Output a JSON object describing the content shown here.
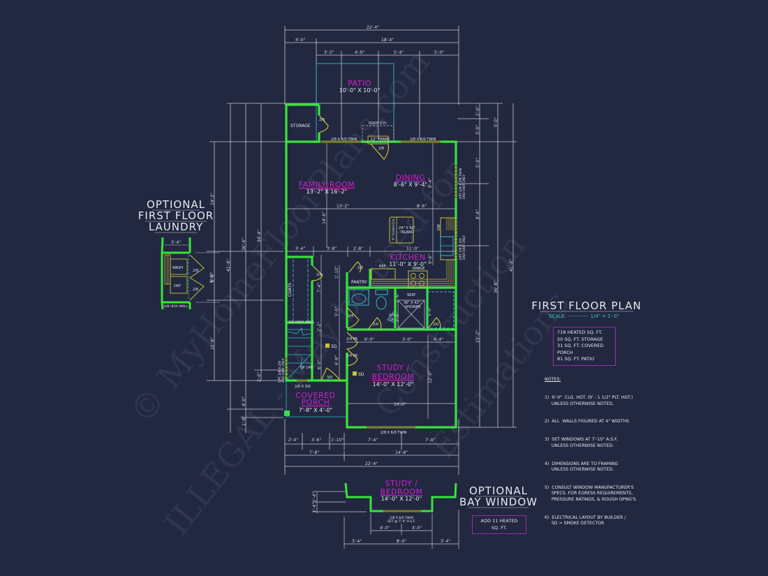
{
  "drawing": {
    "title": "FIRST FLOOR PLAN",
    "scale_label": "SCALE:",
    "scale_value": "------------ 1/4\" = 1'-0\"",
    "area_summary": [
      "718 HEATED SQ. FT.",
      "20 SQ. FT. STORAGE",
      "31 SQ. FT. COVERED PORCH",
      "81 SQ. FT. PATIO"
    ],
    "notes_title": "NOTES:",
    "notes": [
      "1)  9'-0\"  CLG. HGT. (9' - 1 1/2\" PLT. HGT.)\n     UNLESS OTHERWISE NOTED.",
      "2)  ALL  WALLS FIGURED AT 4\" WIDTHS",
      "3)  SET WINDOWS AT 7'-10\" A.S.F.\n     UNLESS OTHERWISE NOTED.",
      "4)  DIMENSIONS ARE TO FRAMING\n     UNLESS OTHERWISE NOTED.",
      "5)  CONSULT WINDOW MANUFACTURER'S\n     SPECS. FOR EGRESS REQUIREMENTS,\n     PRESSURE RATINGS, & ROUGH OPNG'S.",
      "6)  ELECTRICAL LAYOUT BY BUILDER /\n     SD = SMOKE DETECTOR"
    ]
  },
  "rooms": {
    "patio": {
      "name": "PATIO",
      "size": "10'-0\" X 10'-0\""
    },
    "family_room": {
      "name": "FAMILY ROOM",
      "size": "13'-2\" X 16'-2\""
    },
    "dining": {
      "name": "DINING",
      "size": "8'-6\" X 9'-4\""
    },
    "kitchen": {
      "name": "KITCHEN",
      "size": "11'-0\" X 9'-0\""
    },
    "study": {
      "name_line1": "STUDY /",
      "name_line2": "BEDROOM",
      "size": "14'-0\" X 12'-0\""
    },
    "covered_porch": {
      "name_line1": "COVERED",
      "name_line2": "PORCH",
      "size": "7'-8\" X 4'-0\""
    },
    "storage": {
      "name": "STORAGE"
    },
    "pantry": {
      "name": "PANTRY"
    },
    "coats": {
      "name": "COATS"
    }
  },
  "labels": {
    "roof_oh": "ROOF O.H.",
    "transom": "12\" TRANS",
    "door_2_8": "2/8",
    "twin_window": "2/8 X 6/0 TWIN",
    "island": [
      "24\" X 42\"",
      "ISLAND"
    ],
    "flush_oh": "9\" FLUSH O.H.",
    "ref": "REF.",
    "range": "RANGE",
    "dw": "DW",
    "seat": "SEAT",
    "shower": [
      "36\" X 42\"",
      "SHOWER"
    ],
    "linen": [
      "2/0",
      "OL"
    ],
    "door_2_0": "2/0",
    "door_2_4": "2/4",
    "door_2_4_pr": "2/4 PR",
    "door_3_0": "3/0",
    "half_wall": "3/6 HIGH WALL",
    "stairs_up": "UP 14R",
    "entry_window": "2/0 X 3/0",
    "smoke_detector": "SD",
    "opt_window_left": [
      "OPT 2/8 X 2/8",
      "END UNIT ONLY"
    ],
    "opt_window_right_top": [
      "OPT 2/8 X 2/8 TWIN",
      "END UNIT ONLY"
    ],
    "opt_window_right_bot": [
      "OPT 2/8 X 3/0",
      "END UNIT ONLY"
    ]
  },
  "dimensions": {
    "top_overall": "22'-4\"",
    "top_row2": [
      "4'-0\"",
      "18'-4\""
    ],
    "top_row3": [
      "3'-3\"",
      "4'-9\"",
      "5'-4\"",
      "5'-0\""
    ],
    "left": [
      "14'-2\"",
      "6'-0\"",
      "10'-6\"",
      "2'-0\"",
      "4'-0\"",
      "1'-4\"",
      "41'-8\"",
      "36'-4\"",
      "34'-4\""
    ],
    "right": [
      "2'-0\"",
      "3'-0\"",
      "5'-0\"",
      "5'-0\"",
      "8'-6\"",
      "23'-2\"",
      "36'-8\"",
      "41'-8\""
    ],
    "interior": {
      "fam_width": "13'-2\"",
      "fam_depth": "14'-6\"",
      "din_width": "8'-6\"",
      "din_depth": "9'-4\"",
      "row_a": [
        "3'-4\"",
        "3'-8\"",
        "2'-8\""
      ],
      "kitchen_w": "11'-0\"",
      "kitchen_d": "9'-0\"",
      "hall": [
        "1'-10\"",
        "7'-4\"",
        "5'-0\"",
        "2'-2\"",
        "6'-0\"",
        "6'-8\"",
        "1'-6\"",
        "3'-6\"",
        "5'-0\""
      ],
      "row_b": [
        "6'-0\"",
        "3'-0\"",
        "4'-4\""
      ],
      "study_w": "14'-0\"",
      "study_d": "12'-0\""
    },
    "bottom_row1": [
      "2'-4\"",
      "3'-6\"",
      "1'-10\"",
      "7'-4\"",
      "7'-4\""
    ],
    "bottom_row2": [
      "7'-8\"",
      "14'-8\""
    ],
    "bottom_overall": "22'-4\""
  },
  "laundry": {
    "title": [
      "OPTIONAL",
      "FIRST FLOOR",
      "LAUNDRY"
    ],
    "width": "3'-4\"",
    "depth": "6'-0\"",
    "wash": "WASH",
    "dry": "DRY",
    "door": "2/8",
    "half_wall": "6/8 HIGH WALL"
  },
  "bay_window": {
    "title": [
      "OPTIONAL",
      "BAY WINDOW"
    ],
    "room_line1": "STUDY /",
    "room_line2": "BEDROOM",
    "room_size": "14'-0\" X 12'-0\"",
    "window": [
      "2/8 X 6/0 TWIN",
      "SET @ 7'-4\" A.S.F."
    ],
    "dims_top": [
      "4'-0\"",
      "4'-0\""
    ],
    "dims_bottom": [
      "3'-4\"",
      "8'-0\"",
      "3'-4\""
    ],
    "dims_side": [
      "1'-4\"",
      "1'-4\""
    ],
    "added_area": "ADD 11 HEATED SQ. FT."
  },
  "watermark": {
    "line1": "© MyHomeFloorPlans.com",
    "line2": "ILLEGAL - May be used for",
    "line3": "Construction",
    "line4": "Estimations"
  },
  "colors": {
    "background": "#222840",
    "wall": "#39e33a",
    "room_label": "#d21fd2",
    "dimension": "#d8d8e0",
    "fixture": "#c9c23a",
    "plumbing": "#36b9c9",
    "box_border": "#9a2ea8"
  }
}
